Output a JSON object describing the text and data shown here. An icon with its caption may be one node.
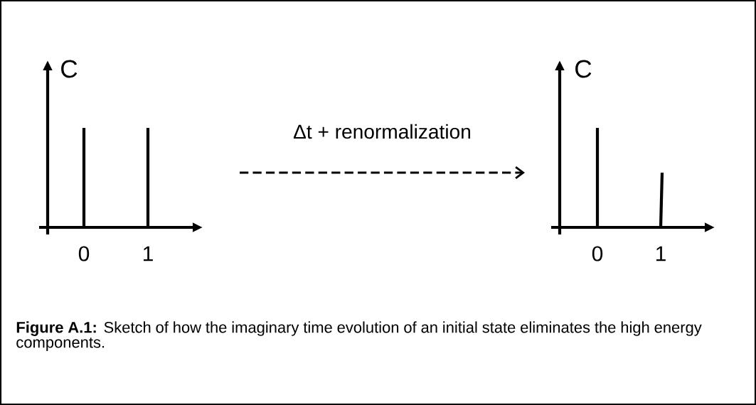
{
  "diagram": {
    "caption": "**Figure A.1:** Sketch of how the imaginary time evolution of an initial state eliminates the high energy components.",
    "nodes": [
      {
        "text": [],
        "shape": "picture"
      },
      {
        "text": [],
        "shape": "picture"
      }
    ],
    "edges": [
      {
        "from": 0,
        "to": 1,
        "arrow": "to",
        "style": "dashed",
        "label": "Δt + renormalization"
      }
    ],
    "labels": [
      "C",
      "0",
      "1",
      "C",
      "0",
      "1"
    ]
  }
}
